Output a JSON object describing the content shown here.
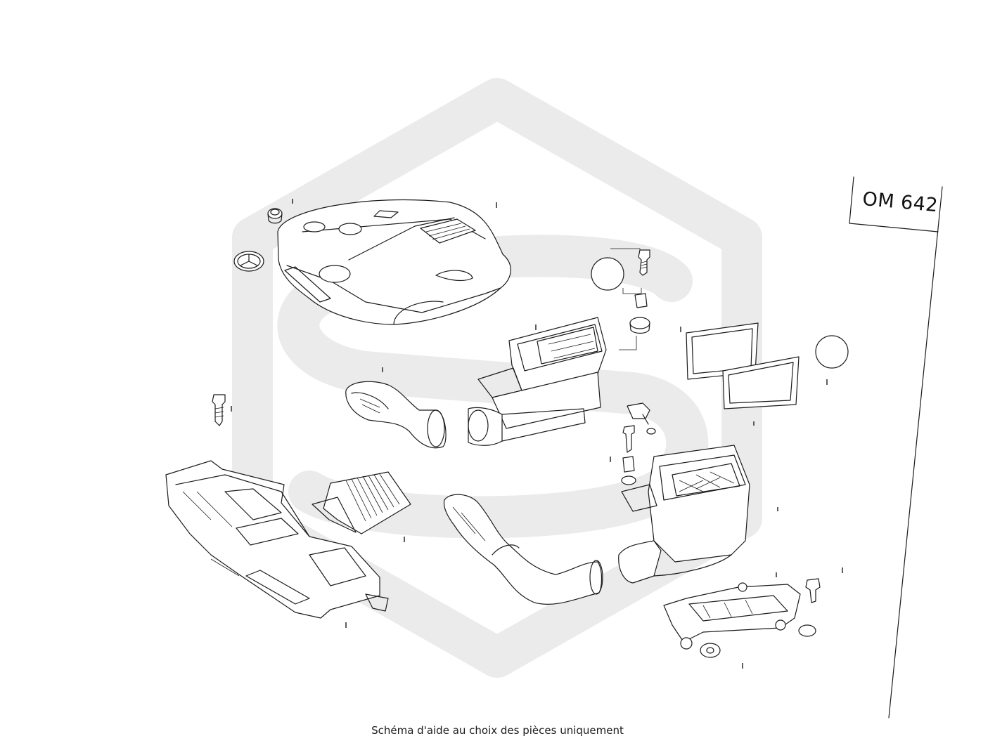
{
  "diagram": {
    "engine_label": "OM 642",
    "caption": "Schéma d'aide au choix des pièces uniquement"
  },
  "colors": {
    "background": "#ffffff",
    "line_art": "#1b1b1b",
    "watermark": "#ebebeb"
  },
  "icons": {
    "watermark": "hexagon-s-logo-watermark",
    "emblem": "three-pointed-star-emblem"
  }
}
